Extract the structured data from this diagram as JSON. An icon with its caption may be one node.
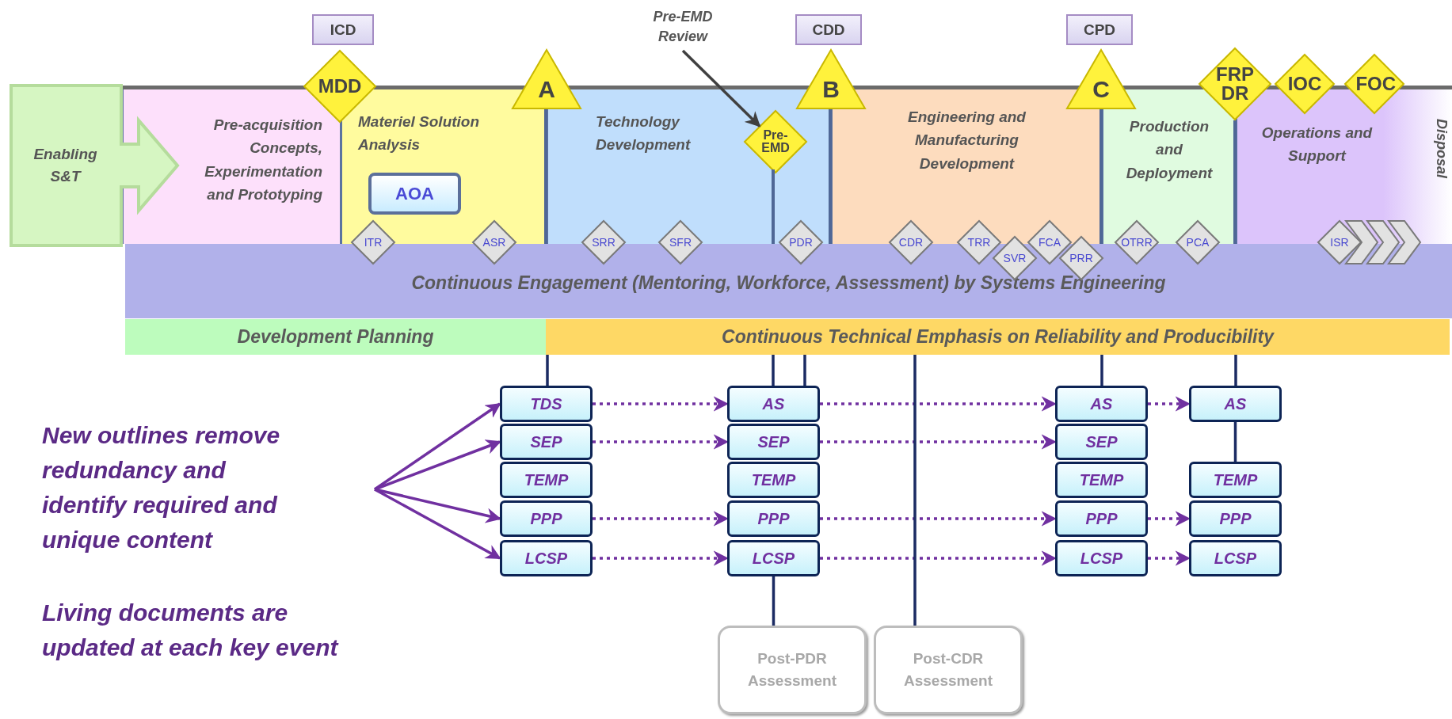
{
  "diagram": {
    "nodes": [
      {
        "text": [
          "ICD"
        ]
      },
      {
        "text": [
          "MDD"
        ]
      },
      {
        "text": [
          "A"
        ]
      },
      {
        "text": [
          "Pre-EMD Review"
        ]
      },
      {
        "text": [
          "CDD"
        ]
      },
      {
        "text": [
          "B"
        ]
      },
      {
        "text": [
          "CPD"
        ]
      },
      {
        "text": [
          "C"
        ]
      },
      {
        "text": [
          "FRP DR"
        ]
      },
      {
        "text": [
          "IOC"
        ]
      },
      {
        "text": [
          "FOC"
        ]
      },
      {
        "text": [
          "Enabling S&T"
        ]
      },
      {
        "text": [
          "Pre-acquisition Concepts, Experimentation and Prototyping"
        ]
      },
      {
        "text": [
          "Materiel Solution Analysis"
        ]
      },
      {
        "text": [
          "AOA"
        ],
        "in": 13
      },
      {
        "text": [
          "Technology Development"
        ]
      },
      {
        "text": [
          "Pre-EMD"
        ],
        "in": 15
      },
      {
        "text": [
          "Engineering and Manufacturing Development"
        ]
      },
      {
        "text": [
          "Production and Deployment"
        ]
      },
      {
        "text": [
          "Operations and Support"
        ]
      },
      {
        "text": [
          "ITR"
        ]
      },
      {
        "text": [
          "ASR"
        ]
      },
      {
        "text": [
          "SRR"
        ]
      },
      {
        "text": [
          "SFR"
        ]
      },
      {
        "text": [
          "PDR"
        ]
      },
      {
        "text": [
          "CDR"
        ]
      },
      {
        "text": [
          "TRR"
        ]
      },
      {
        "text": [
          "SVR"
        ]
      },
      {
        "text": [
          "FCA"
        ]
      },
      {
        "text": [
          "PRR"
        ]
      },
      {
        "text": [
          "OTRR"
        ]
      },
      {
        "text": [
          "PCA"
        ]
      },
      {
        "text": [
          "ISR"
        ]
      },
      {
        "text": [],
        "shape": "chevron"
      },
      {
        "text": [],
        "shape": "chevron"
      },
      {
        "text": [],
        "shape": "chevron"
      },
      {
        "text": [
          "Continuous Engagement (Mentoring, Workforce, Assessment) by Systems Engineering"
        ]
      },
      {
        "text": [
          "Development Planning"
        ]
      },
      {
        "text": [
          "Continuous Technical Emphasis on Reliability and Producibility"
        ]
      },
      {
        "text": [
          "New outlines remove redundancy and identify required and unique content"
        ]
      },
      {
        "text": [
          "TDS"
        ]
      },
      {
        "text": [
          "SEP"
        ]
      },
      {
        "text": [
          "TEMP"
        ]
      },
      {
        "text": [
          "PPP"
        ]
      },
      {
        "text": [
          "LCSP"
        ]
      },
      {
        "text": [
          "AS"
        ]
      },
      {
        "text": [
          "SEP"
        ]
      },
      {
        "text": [
          "TEMP"
        ]
      },
      {
        "text": [
          "PPP"
        ]
      },
      {
        "text": [
          "LCSP"
        ]
      },
      {
        "text": [
          "AS"
        ]
      },
      {
        "text": [
          "SEP"
        ]
      },
      {
        "text": [
          "TEMP"
        ]
      },
      {
        "text": [
          "PPP"
        ]
      },
      {
        "text": [
          "LCSP"
        ]
      },
      {
        "text": [
          "AS"
        ]
      },
      {
        "text": [
          "TEMP"
        ]
      },
      {
        "text": [
          "PPP"
        ]
      },
      {
        "text": [
          "LCSP"
        ]
      },
      {
        "text": [
          "Post-PDR Assessment"
        ]
      },
      {
        "text": [
          "Post-CDR Assessment"
        ]
      }
    ],
    "edges": [
      {
        "from": 39,
        "to": 40,
        "arrow": "to"
      },
      {
        "from": 39,
        "to": 41,
        "arrow": "to"
      },
      {
        "from": 39,
        "to": 43,
        "arrow": "to"
      },
      {
        "from": 39,
        "to": 44,
        "arrow": "to"
      },
      {
        "from": 40,
        "to": 45,
        "arrow": "to",
        "style": "dashed"
      },
      {
        "from": 41,
        "to": 46,
        "arrow": "to",
        "style": "dashed"
      },
      {
        "from": 43,
        "to": 48,
        "arrow": "to",
        "style": "dashed"
      },
      {
        "from": 44,
        "to": 49,
        "arrow": "to",
        "style": "dashed"
      },
      {
        "from": 45,
        "to": 50,
        "arrow": "to",
        "style": "dashed"
      },
      {
        "from": 46,
        "to": 51,
        "arrow": "to",
        "style": "dashed"
      },
      {
        "from": 48,
        "to": 53,
        "arrow": "to",
        "style": "dashed"
      },
      {
        "from": 49,
        "to": 54,
        "arrow": "to",
        "style": "dashed"
      },
      {
        "from": 50,
        "to": 55,
        "arrow": "to",
        "style": "dashed"
      },
      {
        "from": 53,
        "to": 57,
        "arrow": "to",
        "style": "dashed"
      },
      {
        "from": 54,
        "to": 58,
        "arrow": "to",
        "style": "dashed"
      },
      {
        "from": 38,
        "to": 40,
        "arrow": "none",
        "color": "#1b2b63"
      },
      {
        "from": 38,
        "to": 45,
        "arrow": "none",
        "color": "#1b2b63"
      },
      {
        "from": 38,
        "to": 45,
        "arrow": "none",
        "color": "#1b2b63"
      },
      {
        "from": 38,
        "to": 50,
        "arrow": "none",
        "color": "#1b2b63"
      },
      {
        "from": 38,
        "to": 55,
        "arrow": "none",
        "color": "#1b2b63"
      },
      {
        "from": 38,
        "to": 60,
        "arrow": "none",
        "color": "#1b2b63"
      },
      {
        "from": 49,
        "to": 59,
        "arrow": "none",
        "color": "#1b2b63"
      },
      {
        "from": 55,
        "to": 56,
        "arrow": "none",
        "color": "#1b2b63"
      },
      {
        "from": 3,
        "to": 16,
        "arrow": "to",
        "color": "#404040"
      }
    ],
    "labels": [
      "Disposal",
      "Living documents are updated at each key event"
    ]
  }
}
